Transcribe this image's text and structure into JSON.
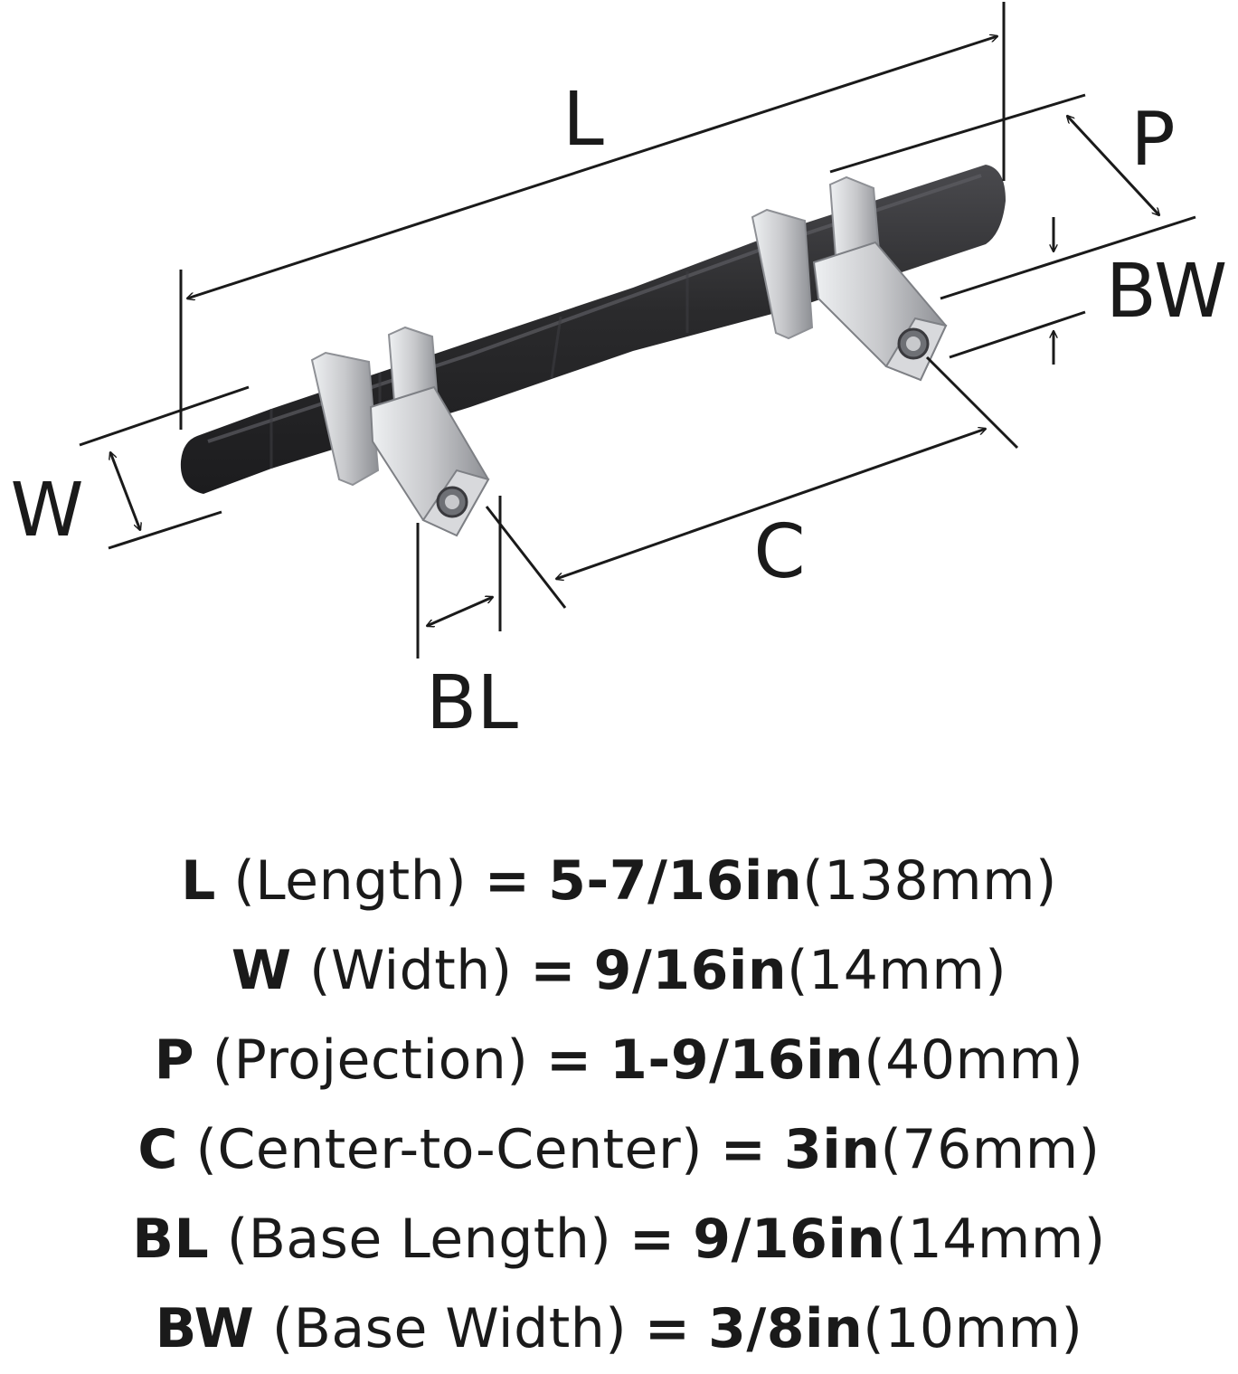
{
  "diagram": {
    "labels": {
      "L": "L",
      "P": "P",
      "BW": "BW",
      "W": "W",
      "C": "C",
      "BL": "BL"
    },
    "colors": {
      "bar": "#2a2a2c",
      "bar_highlight": "#4a4a4e",
      "metal": "#c8c9cc",
      "metal_dark": "#8e9095",
      "metal_light": "#eef0f2",
      "lines": "#1a1a1a"
    }
  },
  "specs": [
    {
      "abbr": "L",
      "name": "(Length)",
      "eq": "=",
      "inch": "5-7/16in",
      "mm": "(138mm)"
    },
    {
      "abbr": "W",
      "name": "(Width)",
      "eq": "=",
      "inch": "9/16in",
      "mm": "(14mm)"
    },
    {
      "abbr": "P",
      "name": "(Projection)",
      "eq": "=",
      "inch": "1-9/16in",
      "mm": "(40mm)"
    },
    {
      "abbr": "C",
      "name": "(Center-to-Center)",
      "eq": "=",
      "inch": "3in",
      "mm": "(76mm)"
    },
    {
      "abbr": "BL",
      "name": "(Base Length)",
      "eq": "=",
      "inch": "9/16in",
      "mm": "(14mm)"
    },
    {
      "abbr": "BW",
      "name": "(Base Width)",
      "eq": "=",
      "inch": "3/8in",
      "mm": "(10mm)"
    }
  ]
}
